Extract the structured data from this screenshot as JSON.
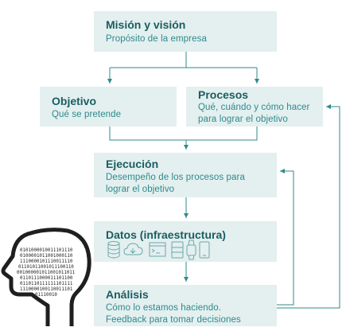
{
  "boxes": {
    "mision": {
      "title": "Misión y visión",
      "subtitle": "Propósito de la empresa"
    },
    "objetivo": {
      "title": "Objetivo",
      "subtitle": "Qué se pretende"
    },
    "procesos": {
      "title": "Procesos",
      "line1": "Qué, cuándo y cómo hacer",
      "line2": "para lograr el objetivo"
    },
    "ejecucion": {
      "title": "Ejecución",
      "line1": "Desempeño de los procesos para",
      "line2": "lograr el objetivo"
    },
    "datos": {
      "title": "Datos (infraestructura)"
    },
    "analisis": {
      "title": "Análisis",
      "line1": "Cómo lo estamos haciendo.",
      "line2": "Feedback para tomar  decisiones"
    }
  },
  "icons": [
    "database-icon",
    "cloud-icon",
    "terminal-window-icon",
    "server-icon",
    "watch-icon",
    "tablet-icon",
    "phone-icon"
  ],
  "head_binary": [
    "0101000010011101110",
    "0100001011001000110",
    "1110000101110011110",
    "01101011001011100110",
    "001000001011001011011",
    "0110111000011101100",
    "0110110111111101111",
    "1110000100110011101",
    "01110010"
  ],
  "colors": {
    "box_fill": "#e4efef",
    "title": "#1a5d60",
    "subtitle": "#2d8a8c",
    "arrow": "#2f8a8b",
    "head_outline": "#1f1f1f"
  }
}
